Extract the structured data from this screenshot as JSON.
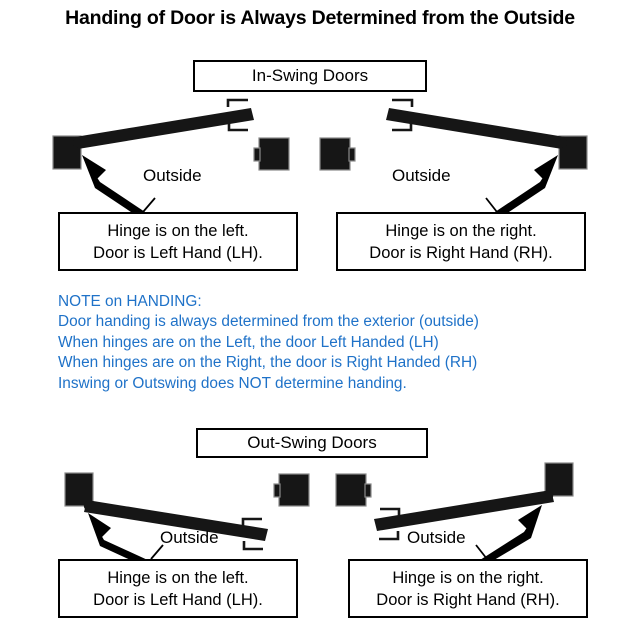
{
  "title": "Handing of Door is Always Determined from the Outside",
  "sections": {
    "inswing": {
      "label": "In-Swing Doors"
    },
    "outswing": {
      "label": "Out-Swing Doors"
    }
  },
  "outside_label": "Outside",
  "callouts": {
    "left": {
      "line1": "Hinge is on the left.",
      "line2": "Door is Left Hand (LH)."
    },
    "right": {
      "line1": "Hinge is on the right.",
      "line2": "Door is Right Hand (RH)."
    }
  },
  "note": {
    "heading": "NOTE on HANDING:",
    "line1": "Door handing is always determined from the exterior (outside)",
    "line2": "When hinges are on the Left, the door Left Handed (LH)",
    "line3": "When hinges are on the Right, the door is Right Handed (RH)",
    "line4": "Inswing or Outswing does NOT determine handing."
  },
  "colors": {
    "note_blue": "#1f72c8",
    "ink": "#000000",
    "door_fill": "#161616",
    "background": "#ffffff"
  }
}
